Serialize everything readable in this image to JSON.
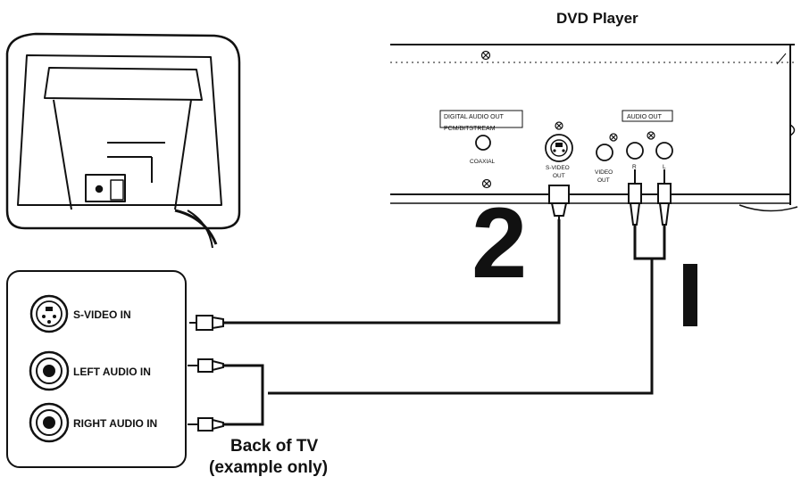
{
  "dvd_player": {
    "title": "DVD Player",
    "digital_audio_out_line1": "DIGITAL AUDIO OUT",
    "digital_audio_out_line2": "PCM/BITSTREAM",
    "coaxial": "COAXIAL",
    "svideo_out_line1": "S-VIDEO",
    "svideo_out_line2": "OUT",
    "video_out_line1": "VIDEO",
    "video_out_line2": "OUT",
    "audio_out": "AUDIO OUT",
    "audio_r": "R",
    "audio_l": "L"
  },
  "tv_panel": {
    "svideo_in": "S-VIDEO IN",
    "left_audio_in": "LEFT AUDIO IN",
    "right_audio_in": "RIGHT AUDIO IN"
  },
  "steps": {
    "step_1": "I",
    "step_2": "2"
  },
  "caption": {
    "line1": "Back of TV",
    "line2": "(example only)"
  }
}
